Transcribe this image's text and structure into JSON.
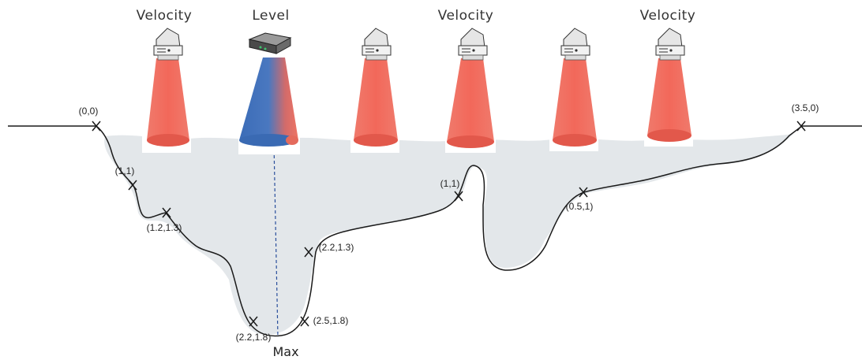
{
  "labels": {
    "velocity_1": "Velocity",
    "level": "Level",
    "velocity_2": "Velocity",
    "velocity_3": "Velocity",
    "max": "Max"
  },
  "points": {
    "left_bank": "(0,0)",
    "p1": "(1,1)",
    "p2": "(1.2,1.3)",
    "p3": "(2.2,1.3)",
    "p4": "(2.2,1.8)",
    "p5": "(2.5,1.8)",
    "p6": "(1,1)",
    "p7": "(0.5,1)",
    "right_bank": "(3.5,0)"
  },
  "colors": {
    "water": "#e3e7ea",
    "velocity_beam": "#f06b5d",
    "level_beam_left": "#3f6fb8",
    "level_beam_right": "#e8705f",
    "channel_line": "#1a1a1a",
    "depth_line": "#2a4f9c"
  },
  "icons": {
    "velocity_sensor": "velocity-sensor-icon",
    "level_sensor": "level-sensor-icon"
  }
}
